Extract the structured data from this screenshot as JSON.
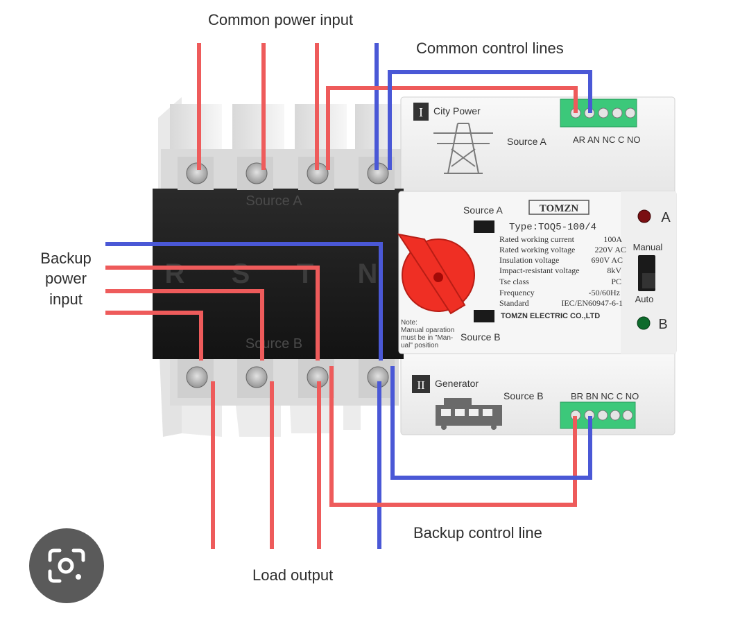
{
  "captions": {
    "common_power_input": "Common power input",
    "common_control_lines": "Common control lines",
    "backup_power_input_line1": "Backup",
    "backup_power_input_line2": "power",
    "backup_power_input_line3": "input",
    "load_output": "Load output",
    "backup_control_line": "Backup control line"
  },
  "device": {
    "brand": "TOMZN",
    "type": "Type:TOQ5-100/4",
    "specs": [
      {
        "label": "Rated working current",
        "value": "100A"
      },
      {
        "label": "Rated working voltage",
        "value": "220V AC"
      },
      {
        "label": "Insulation voltage",
        "value": "690V AC"
      },
      {
        "label": "Impact-resistant voltage",
        "value": "8kV"
      },
      {
        "label": "Tse class",
        "value": "PC"
      },
      {
        "label": "Frequency",
        "value": "-50/60Hz"
      },
      {
        "label": "Standard",
        "value": "IEC/EN60947-6-1"
      }
    ],
    "company": "TOMZN ELECTRIC CO.,LTD",
    "source_a": "Source A",
    "source_b": "Source B",
    "indicator_a": "A",
    "indicator_b": "B",
    "manual": "Manual",
    "auto": "Auto",
    "note_lines": [
      "Note:",
      "Manual oparation",
      "must be in  \"Man-",
      "ual\"  position"
    ],
    "upper_panel": {
      "numeral": "I",
      "title": "City Power",
      "source": "Source A",
      "terminals": "AR AN NC C NO"
    },
    "lower_panel": {
      "numeral": "II",
      "title": "Generator",
      "source": "Source B",
      "terminals": "BR BN NC C NO"
    },
    "block_source_a": "Source A",
    "block_source_b": "Source B",
    "phases": [
      "R",
      "S",
      "T",
      "N"
    ]
  },
  "colors": {
    "live_wire": "#ee5b5b",
    "neutral_wire": "#4a58d6",
    "body_black": "#1c1c1c",
    "housing": "#f2f2f2",
    "terminal_green": "#3cc87a",
    "handle_red": "#ef2f24",
    "lamp_red": "#7a0f12",
    "lamp_green": "#0d6b2c"
  },
  "icons": {
    "lens": "camera-search-icon"
  }
}
